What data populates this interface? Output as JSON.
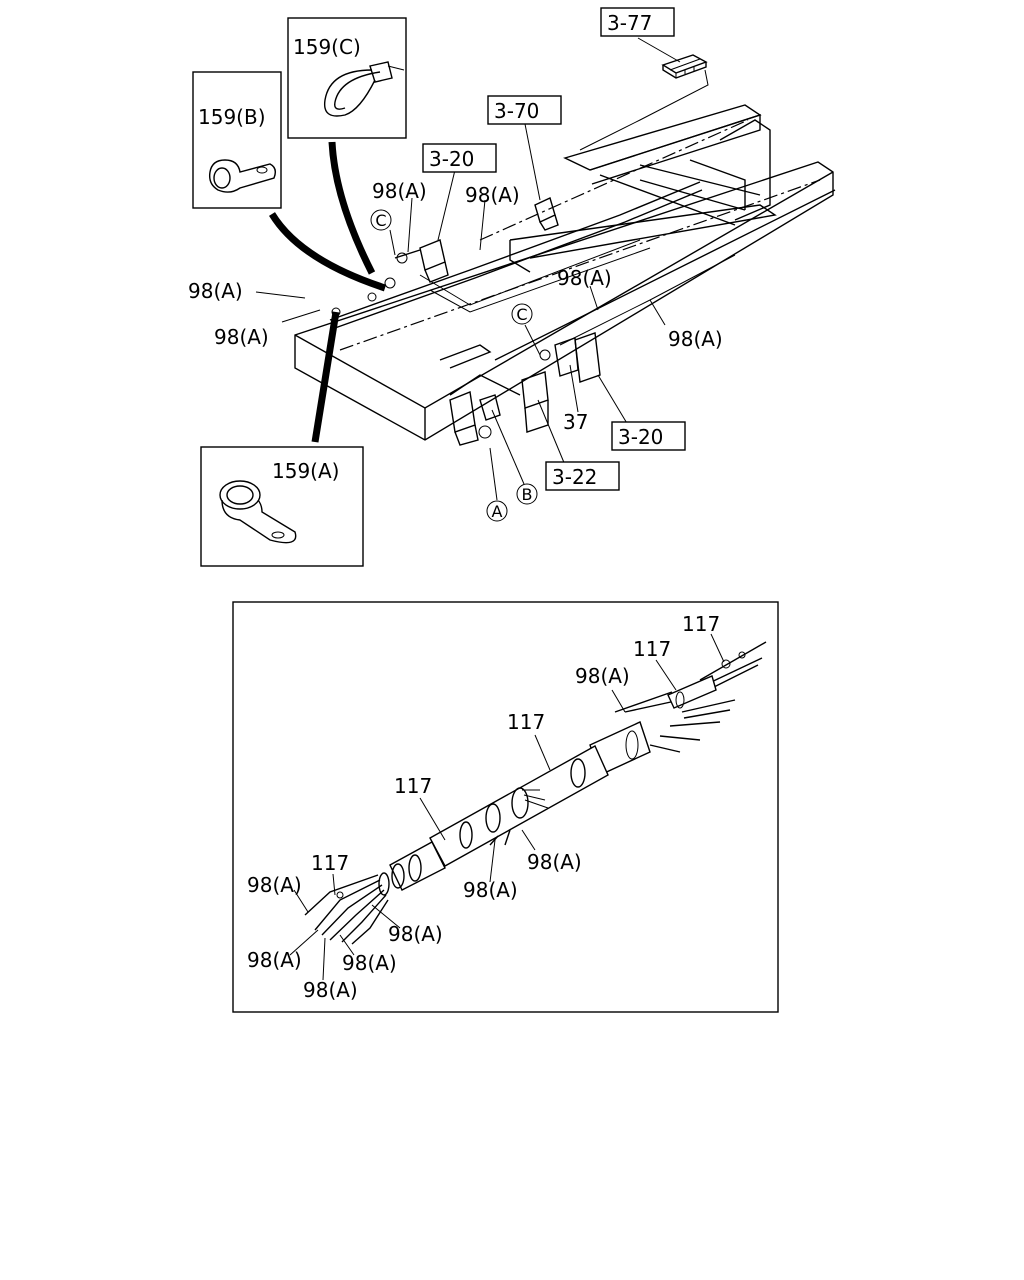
{
  "refs": {
    "r377": "3-77",
    "r370": "3-70",
    "r320a": "3-20",
    "r320b": "3-20",
    "r322": "3-22"
  },
  "parts": {
    "p159c": "159(C)",
    "p159b": "159(B)",
    "p159a": "159(A)",
    "p98a_1": "98(A)",
    "p98a_2": "98(A)",
    "p98a_3": "98(A)",
    "p98a_4": "98(A)",
    "p98a_5": "98(A)",
    "p98a_6": "98(A)",
    "p37": "37"
  },
  "markers": {
    "c1": "C",
    "c2": "C",
    "a": "A",
    "b": "B"
  },
  "detail": {
    "n117_1": "117",
    "n117_2": "117",
    "n117_3": "117",
    "n117_4": "117",
    "n117_5": "117",
    "d98a_1": "98(A)",
    "d98a_2": "98(A)",
    "d98a_3": "98(A)",
    "d98a_4": "98(A)",
    "d98a_5": "98(A)",
    "d98a_6": "98(A)",
    "d98a_7": "98(A)",
    "d98a_8": "98(A)"
  }
}
